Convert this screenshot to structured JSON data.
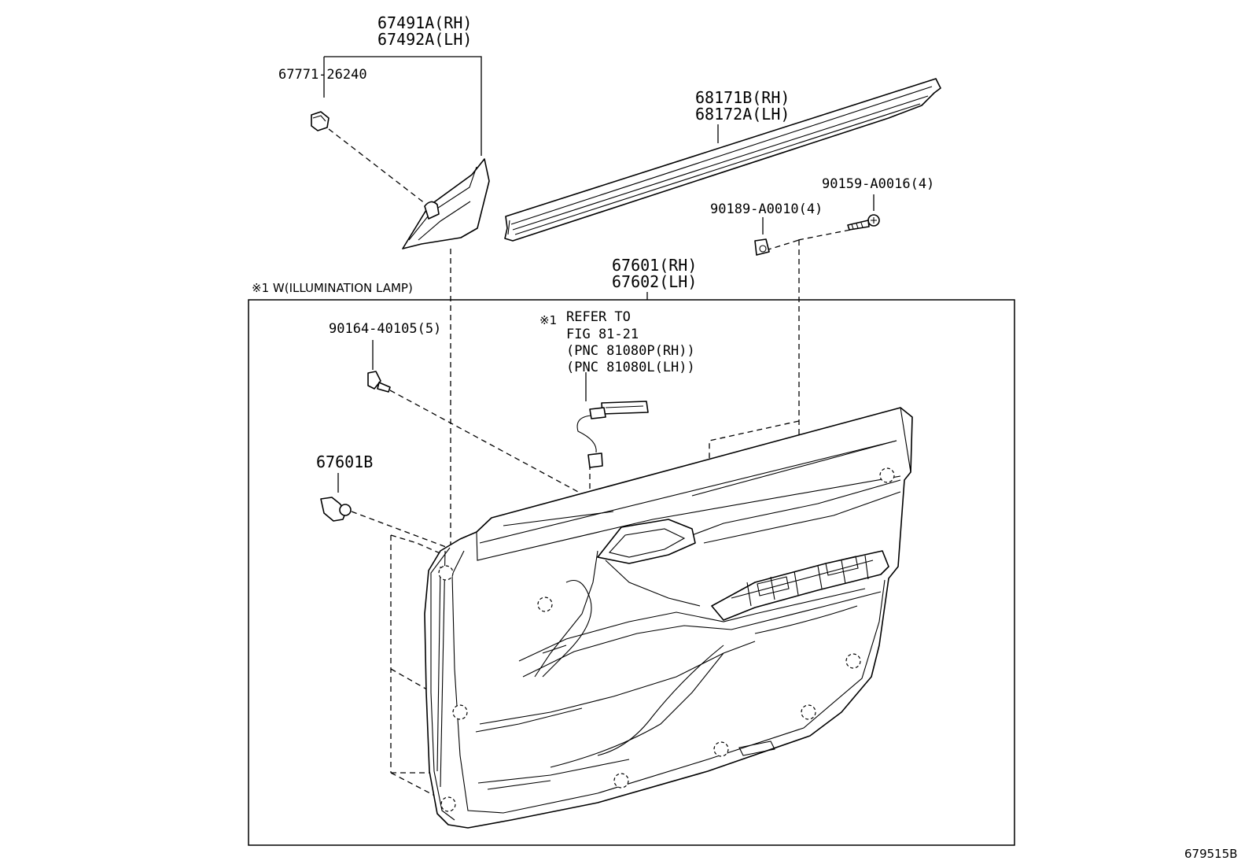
{
  "diagram": {
    "labels": {
      "p67491": "67491A(RH)",
      "p67492": "67492A(LH)",
      "p67771": "67771-26240",
      "p68171": "68171B(RH)",
      "p68172": "68172A(LH)",
      "p90159": "90159-A0016(4)",
      "p90189": "90189-A0010(4)",
      "p67601": "67601(RH)",
      "p67602": "67602(LH)",
      "note_w": "※1 W(ILLUMINATION LAMP)",
      "p90164": "90164-40105(5)",
      "ref_mark": "※1",
      "ref1": "REFER TO",
      "ref2": "FIG 81-21",
      "ref3": "(PNC 81080P(RH))",
      "ref4": "(PNC 81080L(LH))",
      "p67601b": "67601B",
      "fig_id": "679515B"
    }
  }
}
